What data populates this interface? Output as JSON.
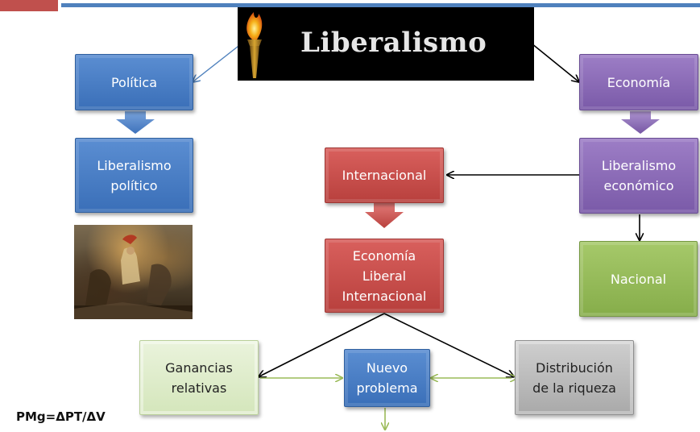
{
  "title": "Liberalismo",
  "nodes": {
    "politica": "Política",
    "economia": "Economía",
    "liberalismo_politico": "Liberalismo\npolítico",
    "liberalismo_economico": "Liberalismo\neconómico",
    "internacional": "Internacional",
    "economia_liberal_internacional": "Economía\nLiberal\nInternacional",
    "nacional": "Nacional",
    "ganancias_relativas": "Ganancias\nrelativas",
    "nuevo_problema": "Nuevo\nproblema",
    "distribucion_riqueza": "Distribución\nde la riqueza"
  },
  "formula": "PMg=ΔPT/ΔV",
  "colors": {
    "blue": "#4f81bd",
    "purple": "#8064a2",
    "red": "#c0504d",
    "green": "#9bbb59",
    "light_green": "#e4efd6",
    "gray": "#bfbfbf",
    "header_red": "#c0504d",
    "header_blue": "#4f81bd"
  },
  "images": {
    "torch": "torch-icon",
    "painting": "liberty-painting"
  }
}
